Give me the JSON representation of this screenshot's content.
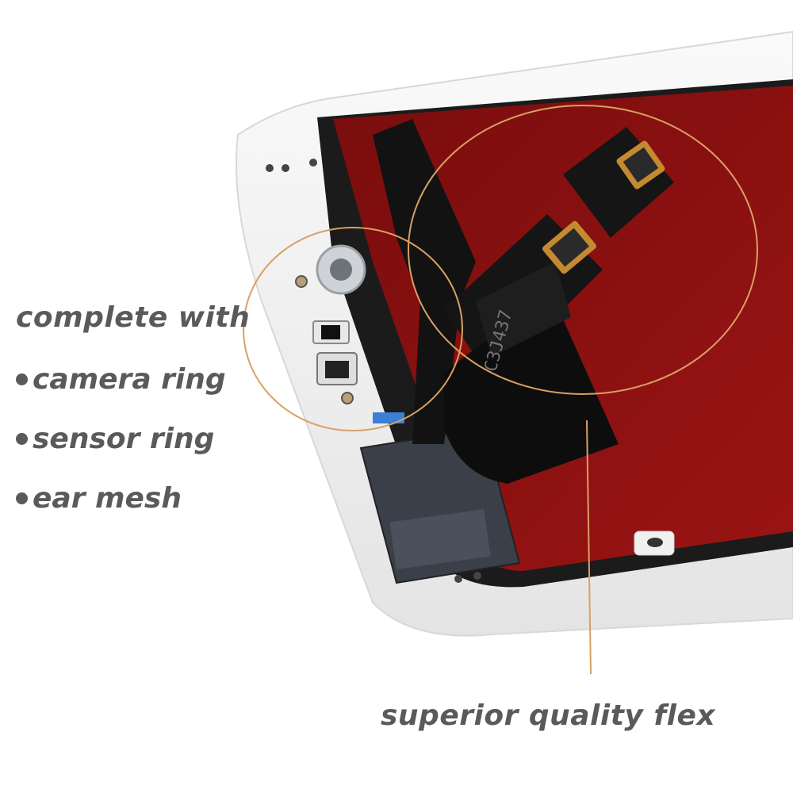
{
  "image": {
    "subject": "LCD display assembly with attached front camera ring, sensor ring and ear mesh",
    "accent_color": "#d9a064",
    "panel_color": "#8a1010",
    "bezel_color": "#f4f4f4",
    "text_color": "#5a5a5a"
  },
  "labels": {
    "heading": "complete with",
    "features": [
      {
        "text": "camera ring",
        "icon": "bullet-dot-icon"
      },
      {
        "text": "sensor ring",
        "icon": "bullet-dot-icon"
      },
      {
        "text": "ear mesh",
        "icon": "bullet-dot-icon"
      }
    ],
    "callout": "superior quality flex"
  }
}
